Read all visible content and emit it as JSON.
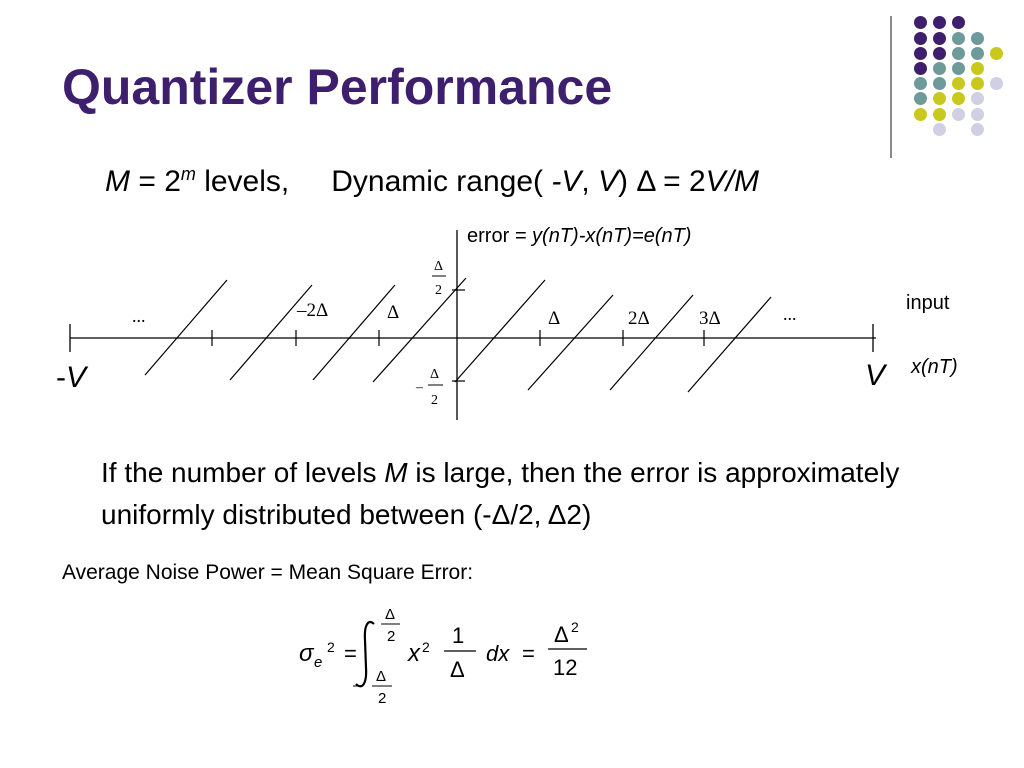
{
  "slide": {
    "title": "Quantizer Performance",
    "levels_line": {
      "M": "M",
      "eq": " = 2",
      "m": "m",
      "levels": " levels,",
      "dynamic_range": "Dynamic range(",
      "neg_v": " -V",
      "comma": ",",
      "v": " V",
      "close": ")",
      "delta_eq": " Δ = 2",
      "vm": "V/M"
    },
    "diagram": {
      "error_word": "error",
      "error_expr": " = y(nT)-x(nT)=e(nT)",
      "input_label": "input",
      "x_label": "x(nT)",
      "neg_v_prefix": "-",
      "neg_v_letter": "V",
      "pos_v": "V",
      "ellipsis": "...",
      "tick_labels": [
        "–2Δ",
        "Δ",
        "Δ",
        "2Δ",
        "3Δ"
      ],
      "delta": "Δ",
      "two": "2",
      "minus": "–"
    },
    "paragraph": {
      "before_m": "If the number of levels ",
      "m": "M",
      "after_m": " is large, then the error is approximately uniformly distributed between (-Δ/2, Δ2)"
    },
    "average_label": "Average Noise Power = Mean Square Error:",
    "equation": {
      "sigma": "σ",
      "e": "e",
      "sq": "2",
      "equals": "=",
      "x": "x",
      "one": "1",
      "delta": "Δ",
      "dx": "dx",
      "twelve": "12",
      "minus": "–",
      "two": "2"
    }
  },
  "theme": {
    "title_color": "#3d1f6e",
    "dot_purple": "#3d1f6e",
    "dot_teal": "#6f9a9a",
    "dot_yellow": "#c8c81e",
    "dot_lavender": "#d0d0e4"
  }
}
